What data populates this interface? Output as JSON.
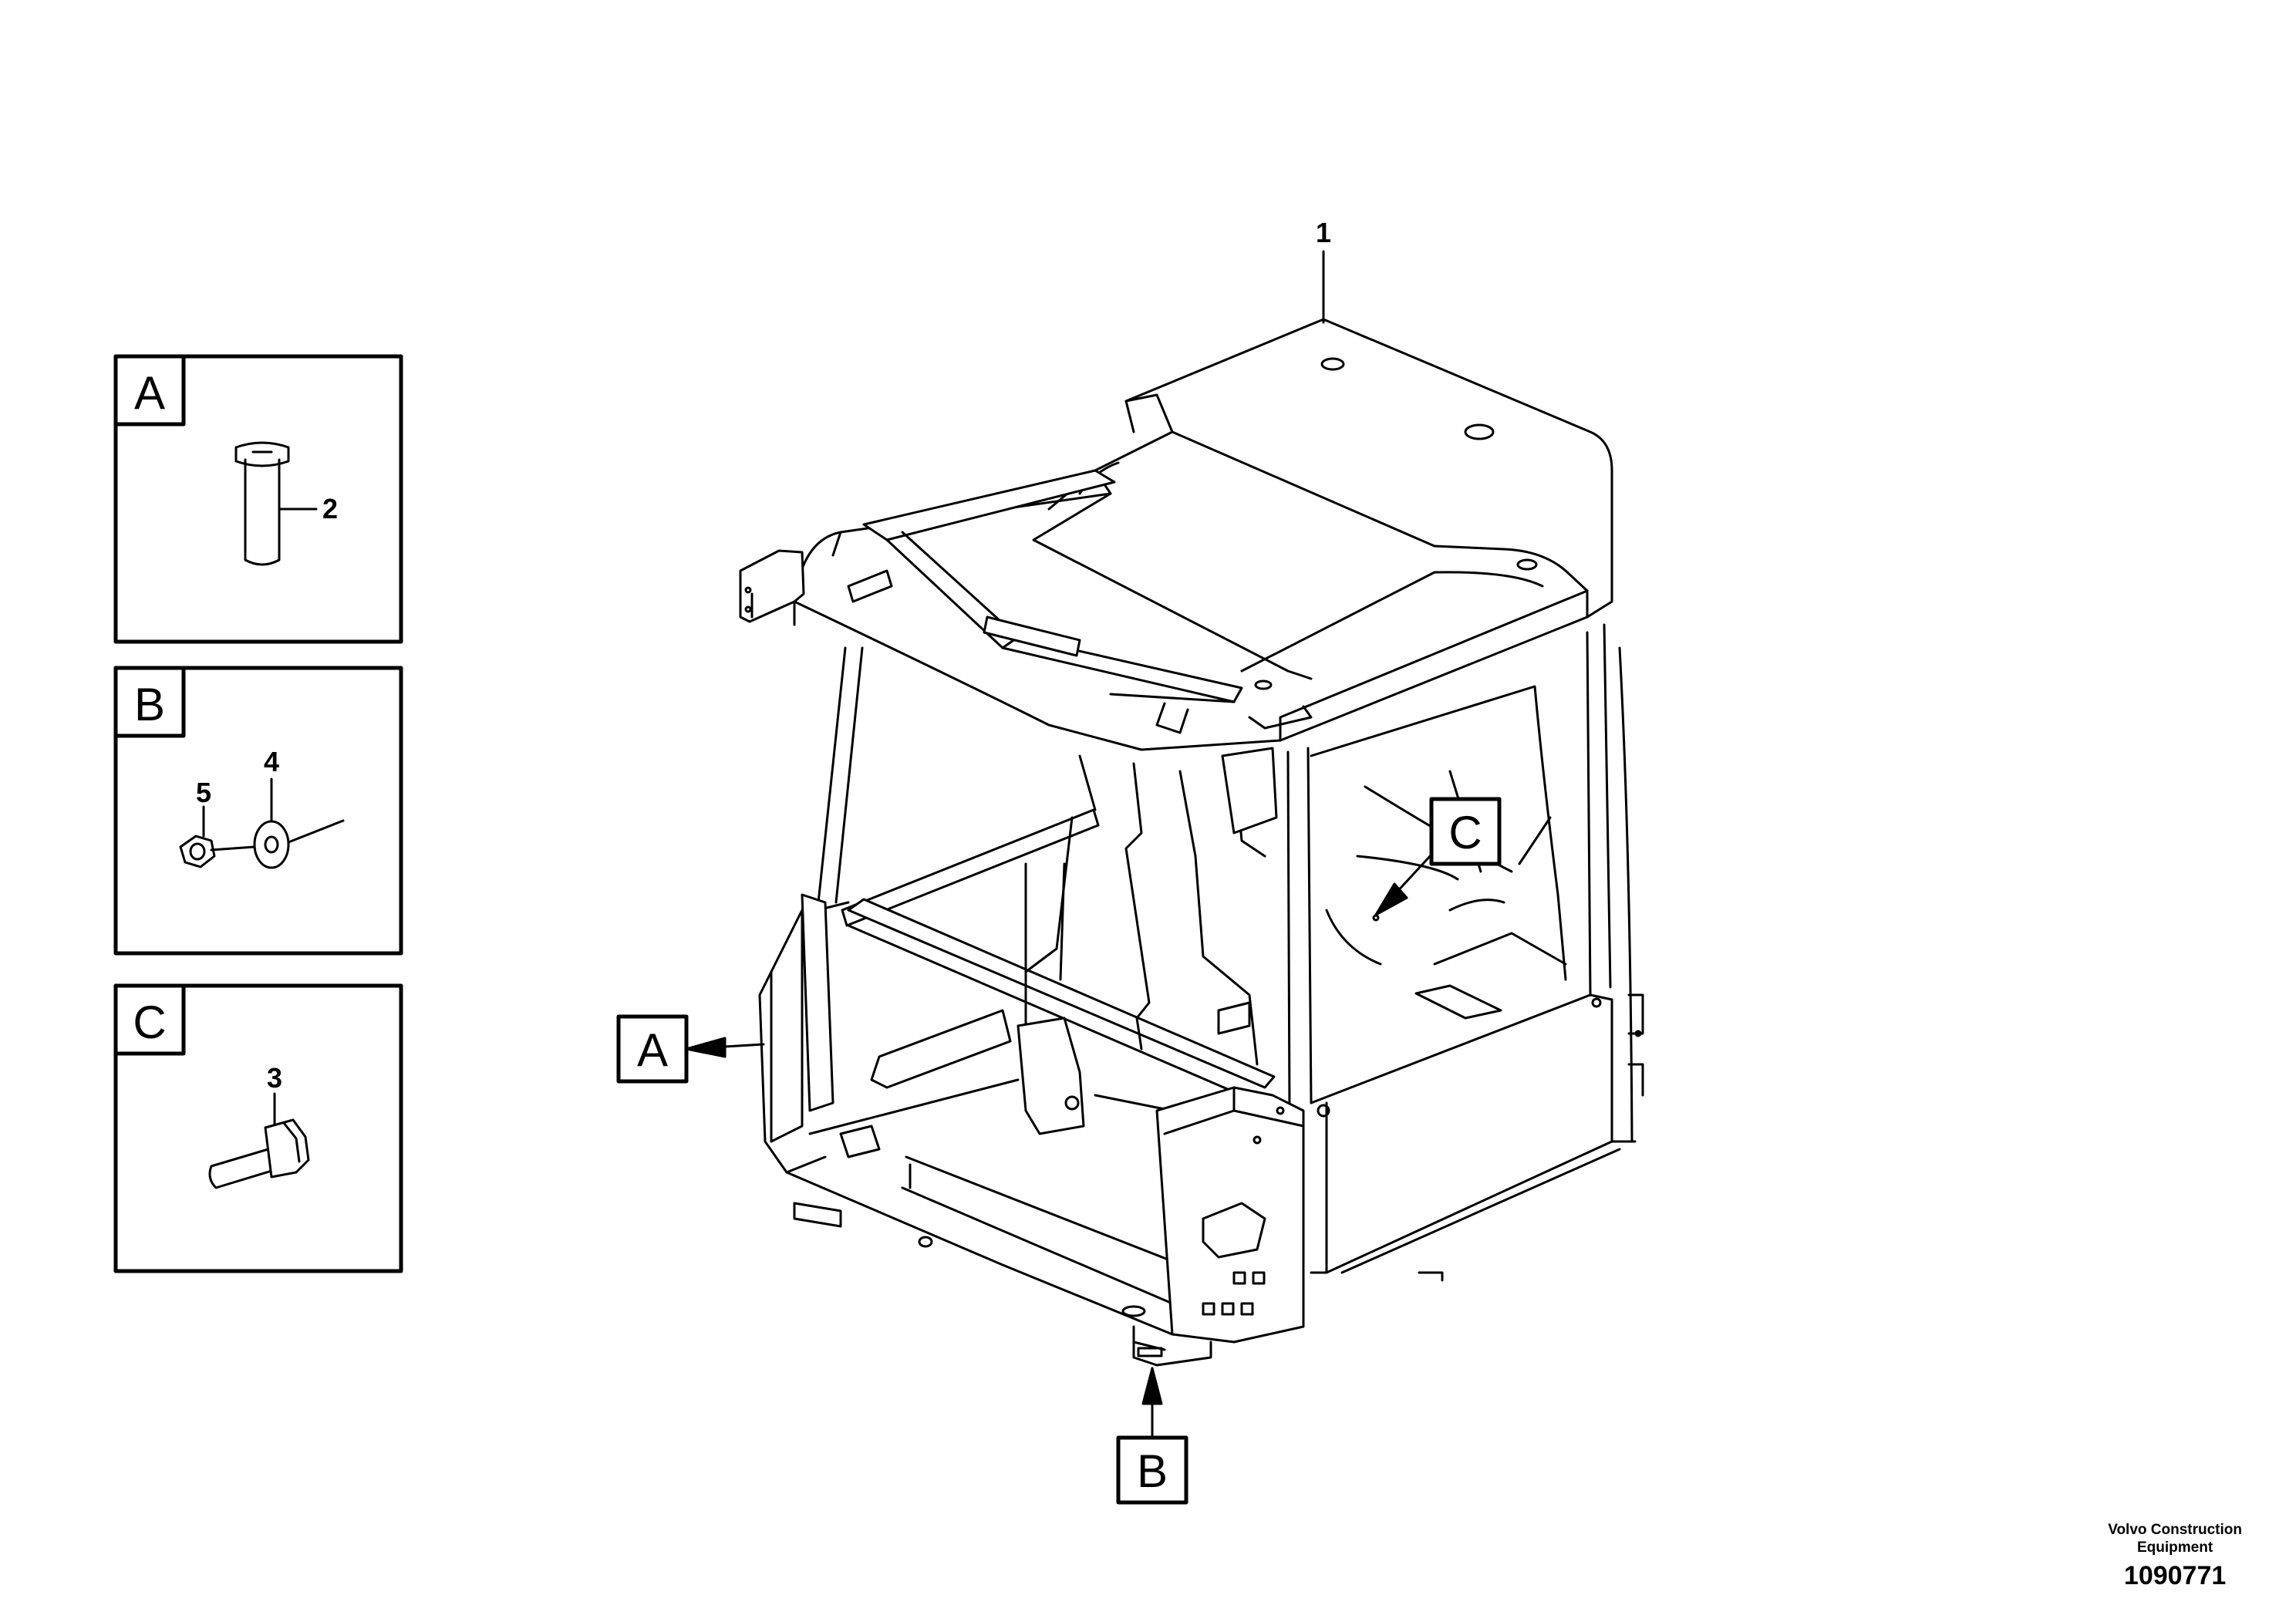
{
  "callouts": {
    "frame": "1",
    "bolt_a": "2",
    "screw_c": "3",
    "washer_b": "4",
    "nut_b": "5"
  },
  "detail_letters": {
    "a": "A",
    "b": "B",
    "c": "C"
  },
  "footer": {
    "brand_line1": "Volvo Construction",
    "brand_line2": "Equipment",
    "drawing_number": "1090771"
  }
}
